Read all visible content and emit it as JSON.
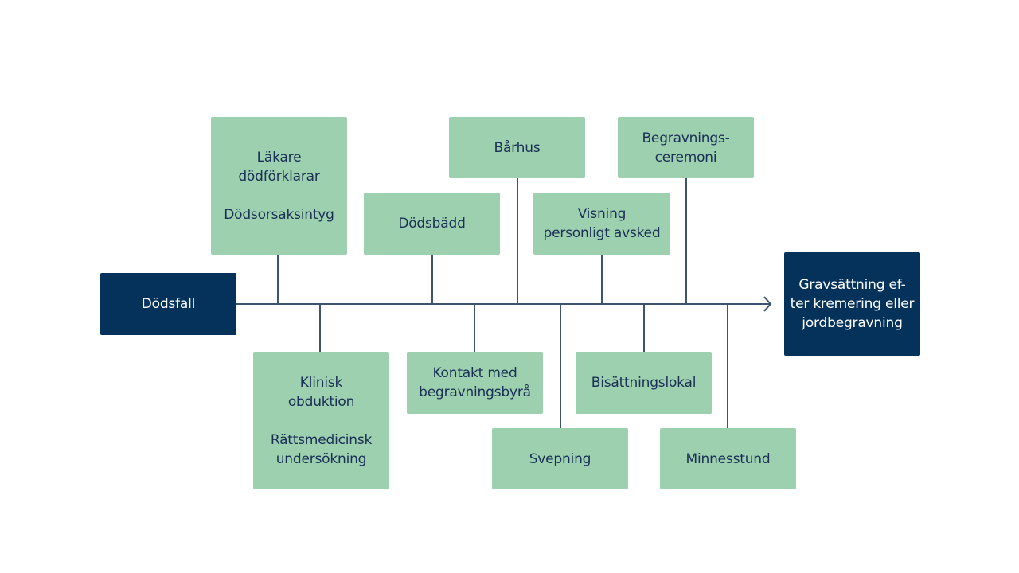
{
  "colors": {
    "box_fill": "#9dd0af",
    "box_text": "#1a2f55",
    "endpoint_fill": "#05325a",
    "endpoint_text": "#ffffff",
    "line": "#3d5470"
  },
  "start": {
    "label": "Dödsfall"
  },
  "end": {
    "lines": [
      "Gravsättning ef-",
      "ter kremering eller",
      "jordbegravning"
    ]
  },
  "above": [
    {
      "id": "lakare",
      "lines": [
        "Läkare",
        "dödförklarar"
      ],
      "lines2": [
        "Dödsorsaksintyg"
      ]
    },
    {
      "id": "dodsbadd",
      "lines": [
        "Dödsbädd"
      ]
    },
    {
      "id": "barhus",
      "lines": [
        "Bårhus"
      ]
    },
    {
      "id": "visning",
      "lines": [
        "Visning",
        "personligt avsked"
      ]
    },
    {
      "id": "ceremoni",
      "lines": [
        "Begravnings-",
        "ceremoni"
      ]
    }
  ],
  "below": [
    {
      "id": "klinisk",
      "lines": [
        "Klinisk",
        "obduktion"
      ],
      "lines2": [
        "Rättsmedicinsk",
        "undersökning"
      ]
    },
    {
      "id": "kontakt",
      "lines": [
        "Kontakt med",
        "begravningsbyrå"
      ]
    },
    {
      "id": "svepning",
      "lines": [
        "Svepning"
      ]
    },
    {
      "id": "bisattning",
      "lines": [
        "Bisättningslokal"
      ]
    },
    {
      "id": "minnesstund",
      "lines": [
        "Minnesstund"
      ]
    }
  ]
}
